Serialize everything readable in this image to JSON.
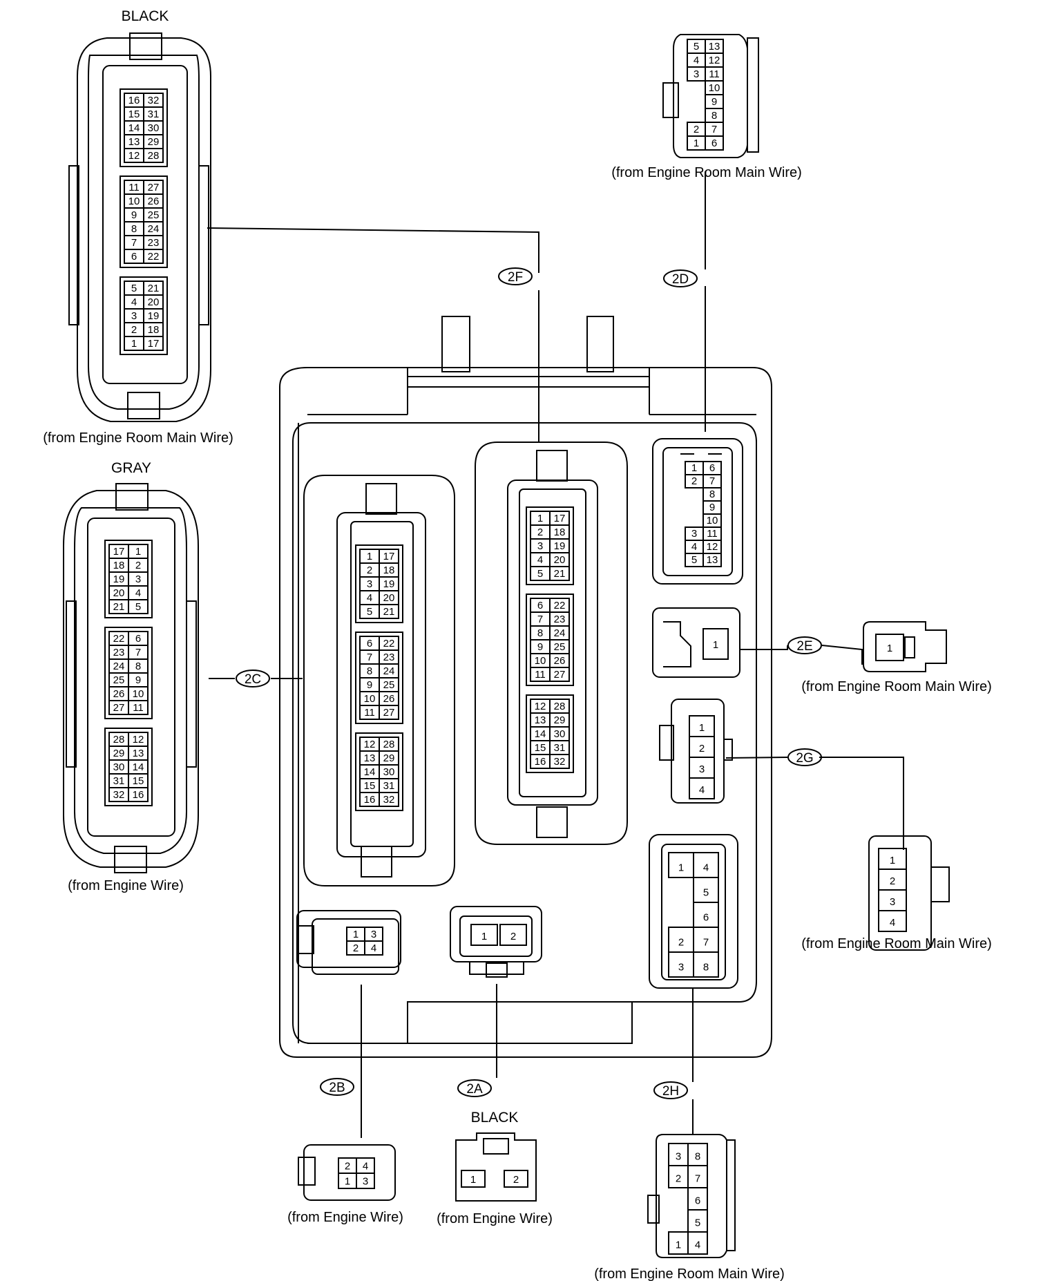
{
  "top_left": {
    "color": "BLACK",
    "caption": "(from Engine Room Main Wire)",
    "blocks": [
      [
        [
          "16",
          "32"
        ],
        [
          "15",
          "31"
        ],
        [
          "14",
          "30"
        ],
        [
          "13",
          "29"
        ],
        [
          "12",
          "28"
        ]
      ],
      [
        [
          "11",
          "27"
        ],
        [
          "10",
          "26"
        ],
        [
          "9",
          "25"
        ],
        [
          "8",
          "24"
        ],
        [
          "7",
          "23"
        ],
        [
          "6",
          "22"
        ]
      ],
      [
        [
          "5",
          "21"
        ],
        [
          "4",
          "20"
        ],
        [
          "3",
          "19"
        ],
        [
          "2",
          "18"
        ],
        [
          "1",
          "17"
        ]
      ]
    ]
  },
  "mid_left": {
    "color": "GRAY",
    "caption": "(from Engine Wire)",
    "blocks": [
      [
        [
          "17",
          "1"
        ],
        [
          "18",
          "2"
        ],
        [
          "19",
          "3"
        ],
        [
          "20",
          "4"
        ],
        [
          "21",
          "5"
        ]
      ],
      [
        [
          "22",
          "6"
        ],
        [
          "23",
          "7"
        ],
        [
          "24",
          "8"
        ],
        [
          "25",
          "9"
        ],
        [
          "26",
          "10"
        ],
        [
          "27",
          "11"
        ]
      ],
      [
        [
          "28",
          "12"
        ],
        [
          "29",
          "13"
        ],
        [
          "30",
          "14"
        ],
        [
          "31",
          "15"
        ],
        [
          "32",
          "16"
        ]
      ]
    ]
  },
  "top_right": {
    "caption": "(from Engine Room Main Wire)",
    "rows": [
      [
        "5",
        "13"
      ],
      [
        "4",
        "12"
      ],
      [
        "3",
        "11"
      ],
      [
        "",
        "10"
      ],
      [
        "",
        "9"
      ],
      [
        "",
        "8"
      ],
      [
        "2",
        "7"
      ],
      [
        "1",
        "6"
      ]
    ]
  },
  "box": {
    "c2c_blocks": [
      [
        [
          "1",
          "17"
        ],
        [
          "2",
          "18"
        ],
        [
          "3",
          "19"
        ],
        [
          "4",
          "20"
        ],
        [
          "5",
          "21"
        ]
      ],
      [
        [
          "6",
          "22"
        ],
        [
          "7",
          "23"
        ],
        [
          "8",
          "24"
        ],
        [
          "9",
          "25"
        ],
        [
          "10",
          "26"
        ],
        [
          "11",
          "27"
        ]
      ],
      [
        [
          "12",
          "28"
        ],
        [
          "13",
          "29"
        ],
        [
          "14",
          "30"
        ],
        [
          "15",
          "31"
        ],
        [
          "16",
          "32"
        ]
      ]
    ],
    "c2f_blocks": [
      [
        [
          "1",
          "17"
        ],
        [
          "2",
          "18"
        ],
        [
          "3",
          "19"
        ],
        [
          "4",
          "20"
        ],
        [
          "5",
          "21"
        ]
      ],
      [
        [
          "6",
          "22"
        ],
        [
          "7",
          "23"
        ],
        [
          "8",
          "24"
        ],
        [
          "9",
          "25"
        ],
        [
          "10",
          "26"
        ],
        [
          "11",
          "27"
        ]
      ],
      [
        [
          "12",
          "28"
        ],
        [
          "13",
          "29"
        ],
        [
          "14",
          "30"
        ],
        [
          "15",
          "31"
        ],
        [
          "16",
          "32"
        ]
      ]
    ],
    "c2d_rows": [
      [
        "1",
        "6"
      ],
      [
        "2",
        "7"
      ],
      [
        "",
        "8"
      ],
      [
        "",
        "9"
      ],
      [
        "",
        "10"
      ],
      [
        "3",
        "11"
      ],
      [
        "4",
        "12"
      ],
      [
        "5",
        "13"
      ]
    ],
    "c2e_pin": "1",
    "c2g_pins": [
      "1",
      "2",
      "3",
      "4"
    ],
    "c2h_rows": [
      [
        "1",
        "4"
      ],
      [
        "",
        "5"
      ],
      [
        "",
        "6"
      ],
      [
        "2",
        "7"
      ],
      [
        "3",
        "8"
      ]
    ],
    "c2b_rows": [
      [
        "1",
        "3"
      ],
      [
        "2",
        "4"
      ]
    ],
    "c2a_pins": [
      "1",
      "2"
    ]
  },
  "tags": {
    "t2A": "2A",
    "t2B": "2B",
    "t2C": "2C",
    "t2D": "2D",
    "t2E": "2E",
    "t2F": "2F",
    "t2G": "2G",
    "t2H": "2H"
  },
  "right_2e": {
    "pin": "1",
    "caption": "(from Engine Room Main Wire)"
  },
  "right_2g": {
    "pins": [
      "1",
      "2",
      "3",
      "4"
    ],
    "caption": "(from Engine Room Main Wire)"
  },
  "bottom_2b": {
    "rows": [
      [
        "2",
        "4"
      ],
      [
        "1",
        "3"
      ]
    ],
    "caption": "(from Engine Wire)"
  },
  "bottom_2a": {
    "color": "BLACK",
    "pins": [
      "1",
      "2"
    ],
    "caption": "(from Engine Wire)"
  },
  "bottom_2h": {
    "rows": [
      [
        "3",
        "8"
      ],
      [
        "2",
        "7"
      ],
      [
        "",
        "6"
      ],
      [
        "",
        "5"
      ],
      [
        "1",
        "4"
      ]
    ],
    "caption": "(from Engine Room Main Wire)"
  }
}
